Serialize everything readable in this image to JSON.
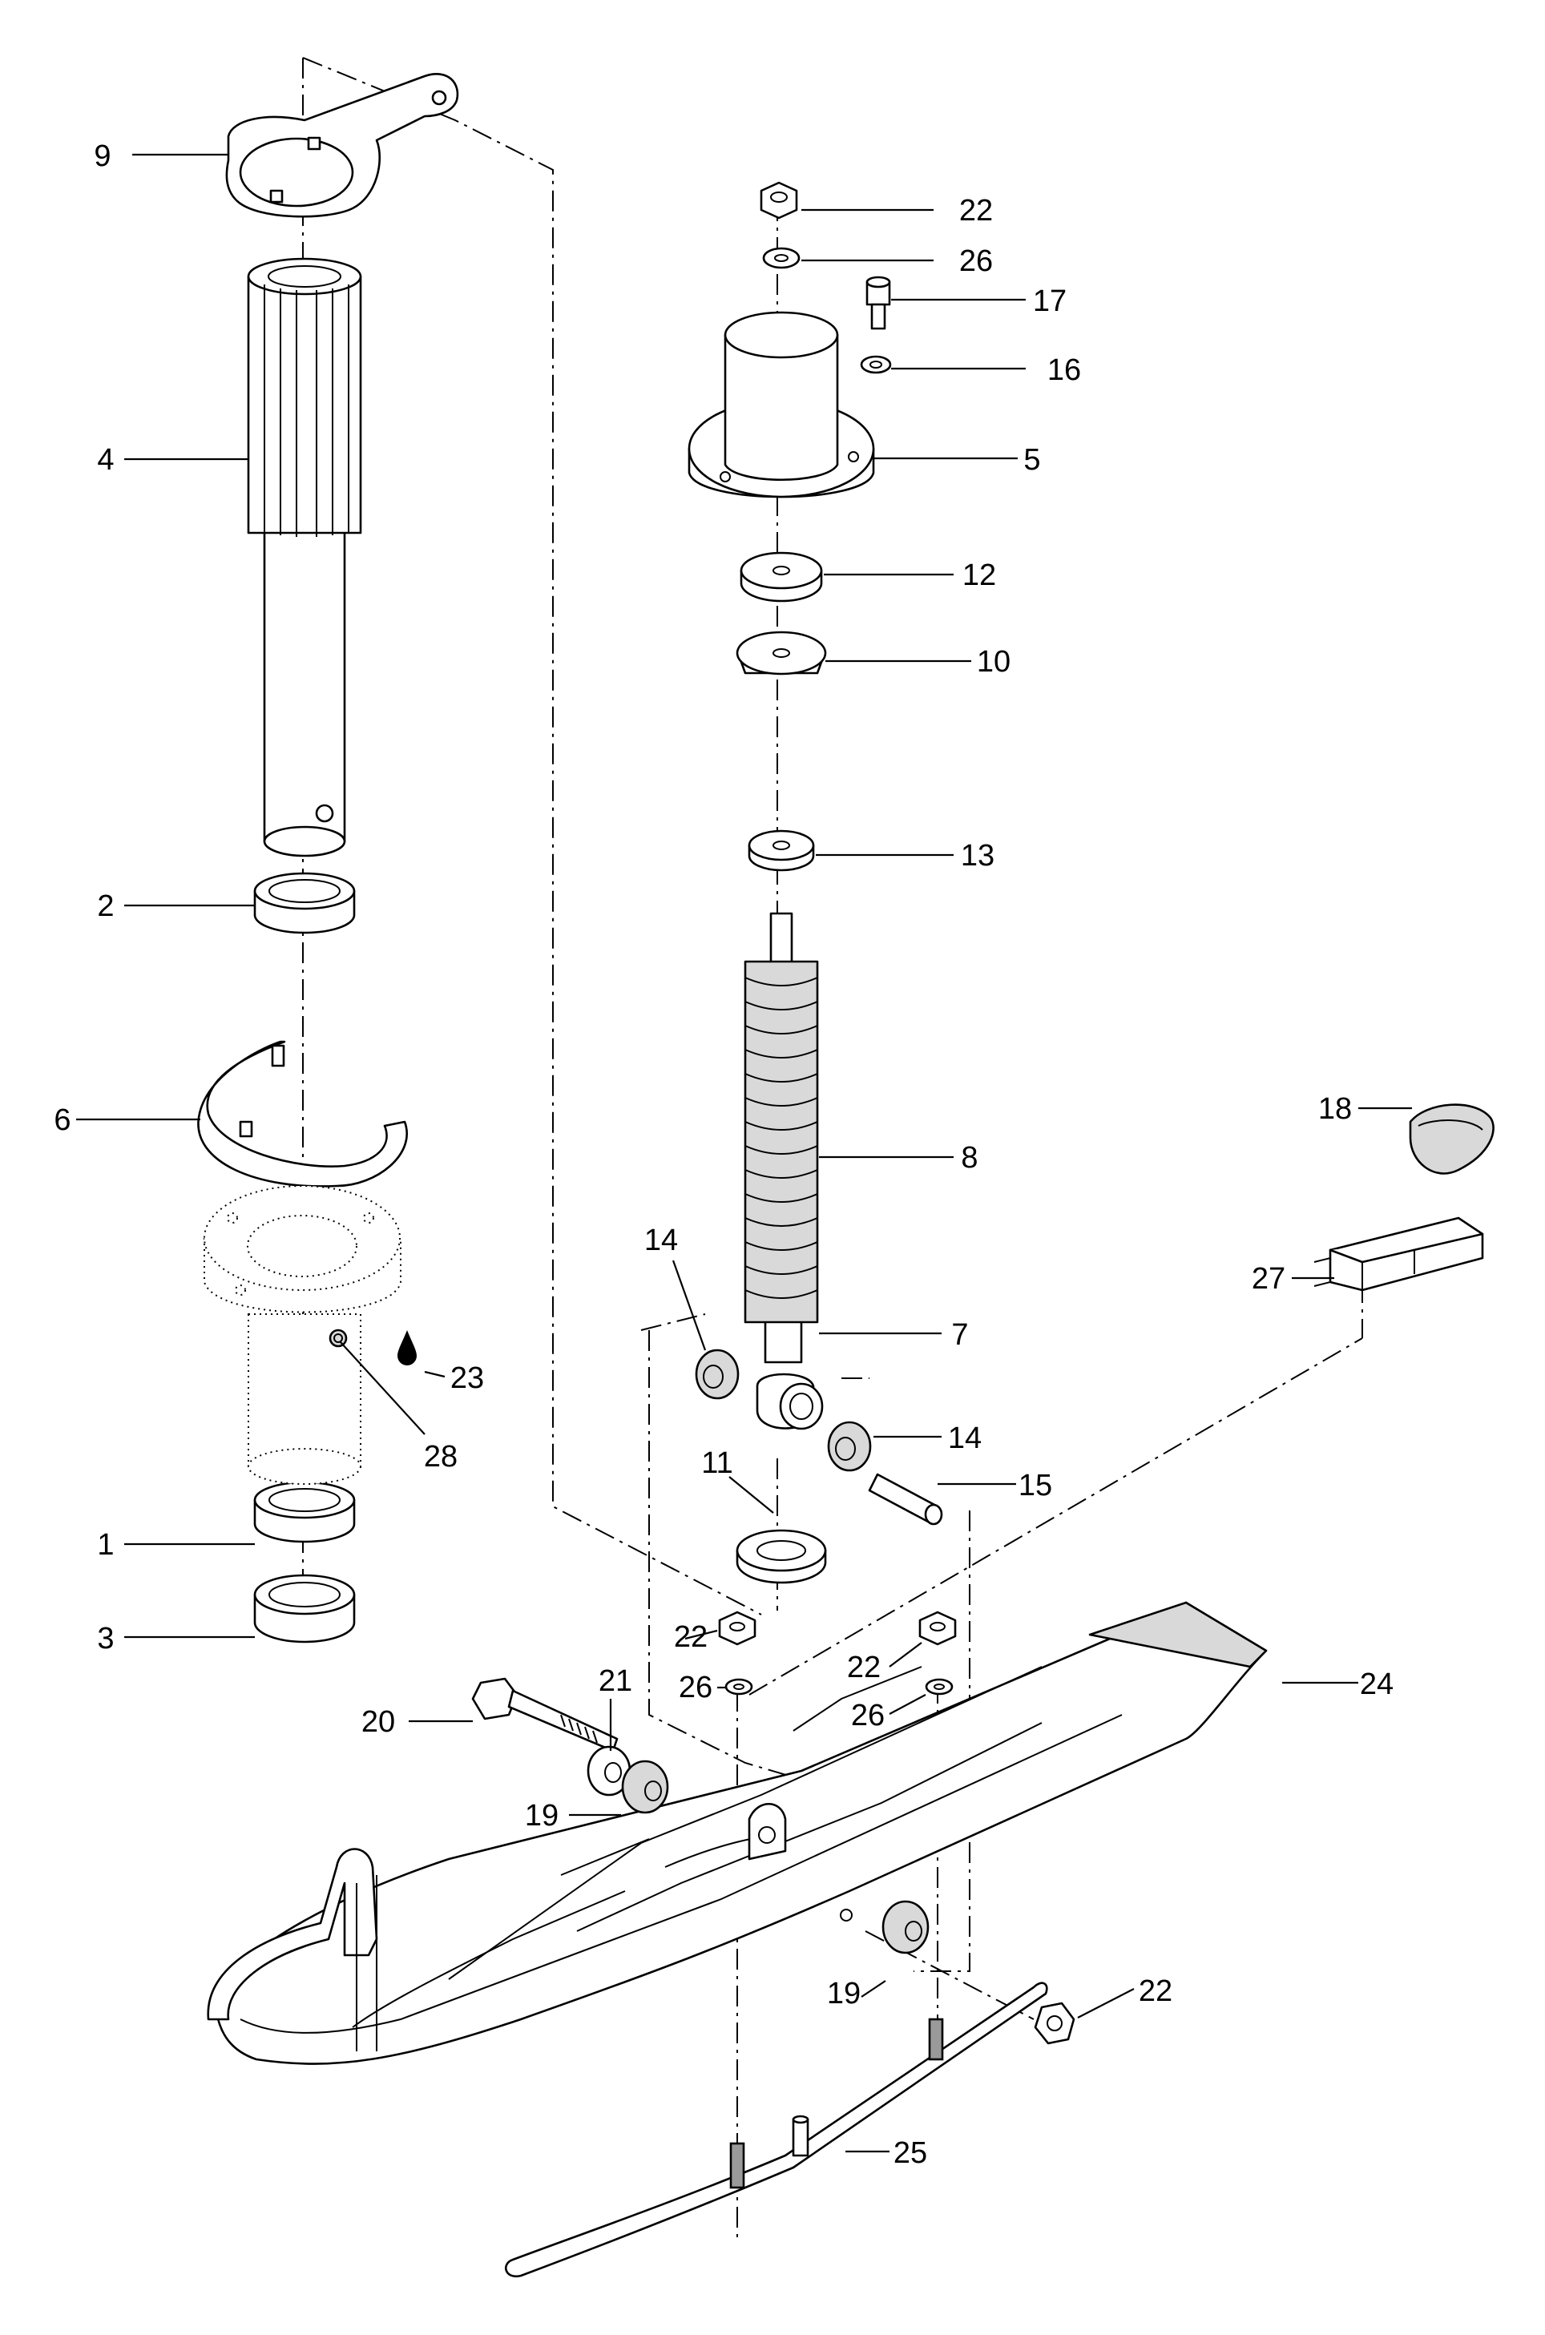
{
  "callouts": [
    {
      "id": "c9",
      "text": "9"
    },
    {
      "id": "c4",
      "text": "4"
    },
    {
      "id": "c2",
      "text": "2"
    },
    {
      "id": "c6",
      "text": "6"
    },
    {
      "id": "c23",
      "text": "23"
    },
    {
      "id": "c28",
      "text": "28"
    },
    {
      "id": "c1",
      "text": "1"
    },
    {
      "id": "c3",
      "text": "3"
    },
    {
      "id": "c22a",
      "text": "22"
    },
    {
      "id": "c26a",
      "text": "26"
    },
    {
      "id": "c17",
      "text": "17"
    },
    {
      "id": "c16",
      "text": "16"
    },
    {
      "id": "c5",
      "text": "5"
    },
    {
      "id": "c12",
      "text": "12"
    },
    {
      "id": "c10",
      "text": "10"
    },
    {
      "id": "c13",
      "text": "13"
    },
    {
      "id": "c8",
      "text": "8"
    },
    {
      "id": "c18",
      "text": "18"
    },
    {
      "id": "c27",
      "text": "27"
    },
    {
      "id": "c14a",
      "text": "14"
    },
    {
      "id": "c7",
      "text": "7"
    },
    {
      "id": "c14b",
      "text": "14"
    },
    {
      "id": "c15",
      "text": "15"
    },
    {
      "id": "c11",
      "text": "11"
    },
    {
      "id": "c22b",
      "text": "22"
    },
    {
      "id": "c26b",
      "text": "26"
    },
    {
      "id": "c22c",
      "text": "22"
    },
    {
      "id": "c26c",
      "text": "26"
    },
    {
      "id": "c24",
      "text": "24"
    },
    {
      "id": "c20",
      "text": "20"
    },
    {
      "id": "c21",
      "text": "21"
    },
    {
      "id": "c19a",
      "text": "19"
    },
    {
      "id": "c19b",
      "text": "19"
    },
    {
      "id": "c22d",
      "text": "22"
    },
    {
      "id": "c25",
      "text": "25"
    }
  ]
}
